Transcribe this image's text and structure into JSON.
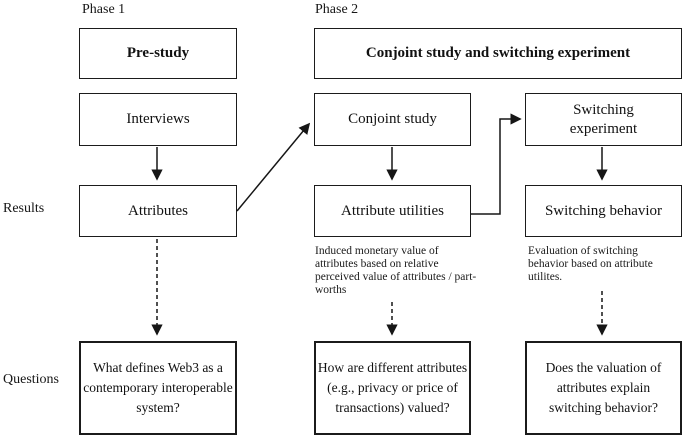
{
  "labels": {
    "phase1": "Phase 1",
    "phase2": "Phase 2",
    "results": "Results",
    "questions": "Questions"
  },
  "phase1": {
    "title": "Pre-study",
    "method": "Interviews",
    "result": "Attributes",
    "question": "What defines Web3 as a contemporary interoperable system?"
  },
  "phase2": {
    "title": "Conjoint study and switching experiment",
    "conjoint": {
      "method": "Conjoint study",
      "result": "Attribute utilities",
      "note": "Induced monetary value of attributes based on relative perceived value of attributes / part-worths",
      "question": "How are different attributes (e.g., privacy or price of transactions) valued?"
    },
    "switching": {
      "method": "Switching experiment",
      "result": "Switching behavior",
      "note": "Evaluation of switching behavior based on attribute utilites.",
      "question": "Does the valuation of attributes explain switching behavior?"
    }
  },
  "colors": {
    "line": "#161616",
    "background": "#ffffff"
  }
}
